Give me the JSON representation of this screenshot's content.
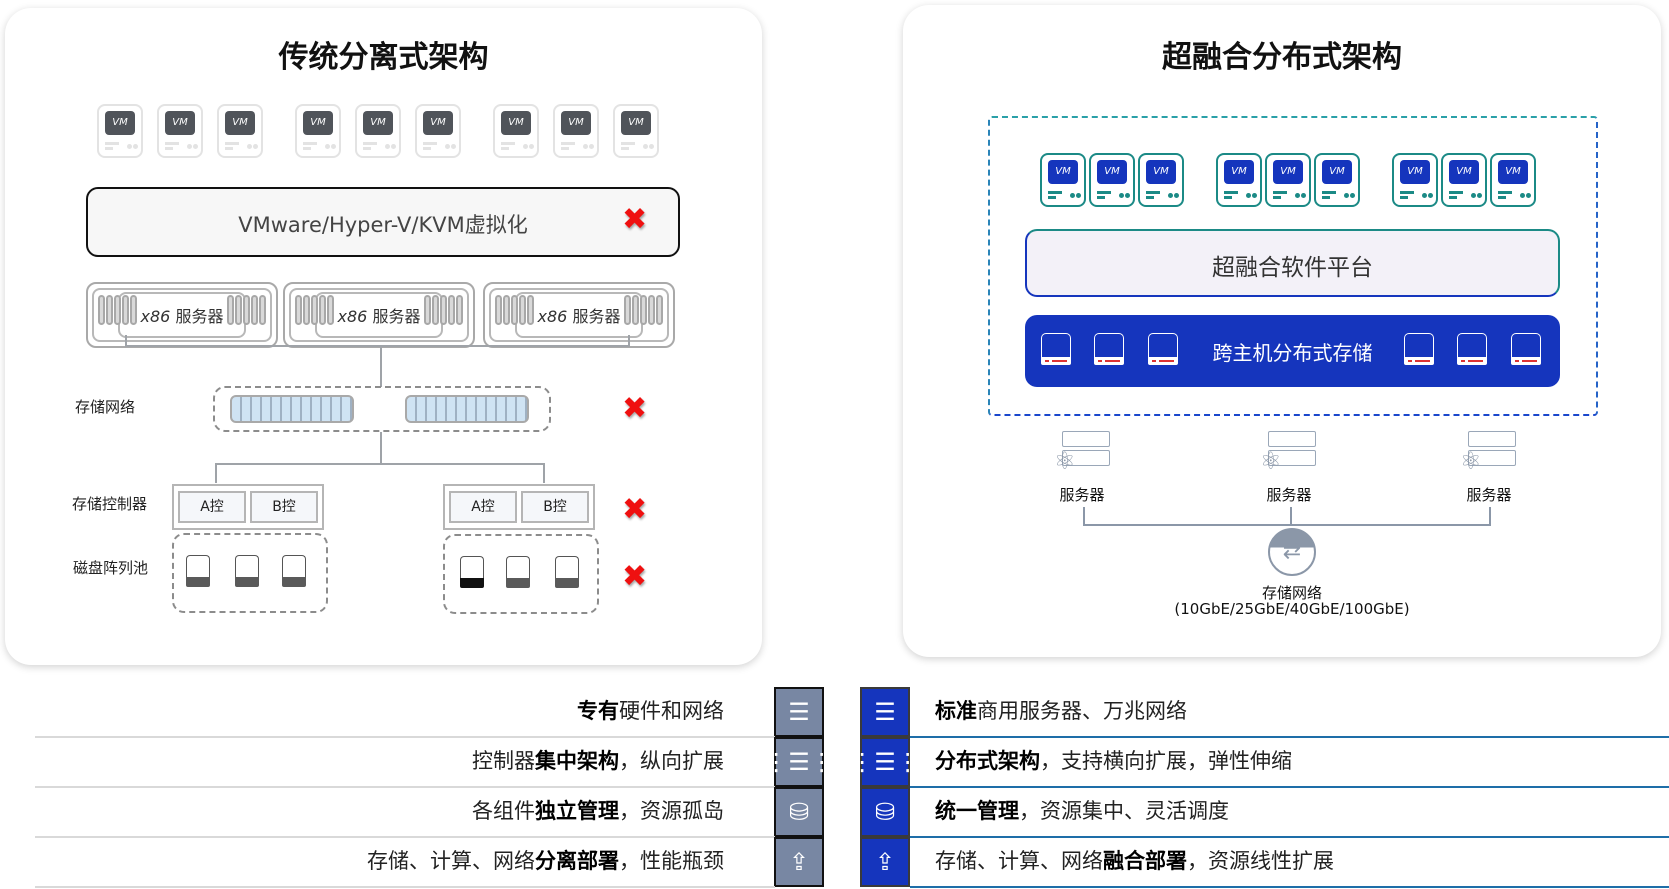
{
  "left_panel": {
    "title": "传统分离式架构",
    "vm_label": "VM",
    "virtualization_label": "VMware/Hyper-V/KVM虚拟化",
    "servers": [
      {
        "prefix": "x86",
        "label": "服务器"
      },
      {
        "prefix": "x86",
        "label": "服务器"
      },
      {
        "prefix": "x86",
        "label": "服务器"
      }
    ],
    "storage_network_label": "存储网络",
    "storage_controller_label": "存储控制器",
    "disk_pool_label": "磁盘阵列池",
    "controllers": [
      {
        "a": "A控",
        "b": "B控"
      },
      {
        "a": "A控",
        "b": "B控"
      }
    ],
    "x_mark": "✖"
  },
  "right_panel": {
    "title": "超融合分布式架构",
    "vm_label": "VM",
    "platform_label": "超融合软件平台",
    "storage_label": "跨主机分布式存储",
    "nodes": [
      {
        "label": "服务器"
      },
      {
        "label": "服务器"
      },
      {
        "label": "服务器"
      }
    ],
    "network_label": "存储网络",
    "network_speeds": "(10GbE/25GbE/40GbE/100GbE)"
  },
  "comparison": {
    "rows": [
      {
        "icon": "server-rack-icon",
        "left": [
          {
            "text": "专有",
            "bold": true
          },
          {
            "text": "硬件和网络",
            "bold": false
          }
        ],
        "right": [
          {
            "text": "标准",
            "bold": true
          },
          {
            "text": "商用服务器、万兆网络",
            "bold": false
          }
        ]
      },
      {
        "icon": "distributed-server-icon",
        "left": [
          {
            "text": "控制器",
            "bold": false
          },
          {
            "text": "集中架构",
            "bold": true
          },
          {
            "text": "，纵向扩展",
            "bold": false
          }
        ],
        "right": [
          {
            "text": "分布式架构",
            "bold": true
          },
          {
            "text": "，支持横向扩展，弹性伸缩",
            "bold": false
          }
        ]
      },
      {
        "icon": "database-icon",
        "left": [
          {
            "text": "各组件",
            "bold": false
          },
          {
            "text": "独立管理",
            "bold": true
          },
          {
            "text": "，资源孤岛",
            "bold": false
          }
        ],
        "right": [
          {
            "text": "统一管理",
            "bold": true
          },
          {
            "text": "，资源集中、灵活调度",
            "bold": false
          }
        ]
      },
      {
        "icon": "cloud-upload-server-icon",
        "left": [
          {
            "text": "存储、计算、网络",
            "bold": false
          },
          {
            "text": "分离部署",
            "bold": true
          },
          {
            "text": "，性能瓶颈",
            "bold": false
          }
        ],
        "right": [
          {
            "text": "存储、计算、网络",
            "bold": false
          },
          {
            "text": "融合部署",
            "bold": true
          },
          {
            "text": "，资源线性扩展",
            "bold": false
          }
        ]
      }
    ]
  },
  "colors": {
    "brand_blue": "#1535bd",
    "teal": "#1b8a86",
    "error_red": "#ef1010",
    "legacy_grey": "#7887a3"
  }
}
